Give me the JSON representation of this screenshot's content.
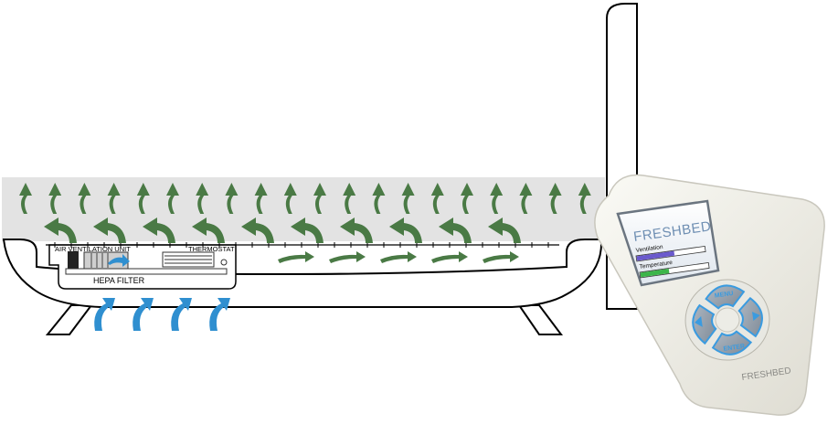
{
  "labels": {
    "air_ventilation_unit": "AIR VENTILATION UNIT",
    "thermostat": "THERMOSTAT",
    "hepa_filter": "HEPA FILTER"
  },
  "remote": {
    "brand_screen": "FRESHBED",
    "brand_body": "FRESHBED",
    "ventilation_label": "Ventilation",
    "temperature_label": "Temperature",
    "ventilation_level": 0.55,
    "temperature_level": 0.42,
    "menu_label": "MENU",
    "enter_label": "ENTER"
  },
  "colors": {
    "mattress_fill": "#e3e3e3",
    "green_arrow": "#4a7a45",
    "blue_arrow": "#2f8fd0",
    "button_blue": "#3a9be0",
    "remote_body": "#f1f1ea",
    "vent_bar": "#6a5acd",
    "temp_bar": "#3cb54a"
  },
  "icons": {
    "up_arrow": "up-right-arrow-icon",
    "down_arrow": "left-arrow-icon",
    "right_arrow": "right-arrow-icon"
  }
}
